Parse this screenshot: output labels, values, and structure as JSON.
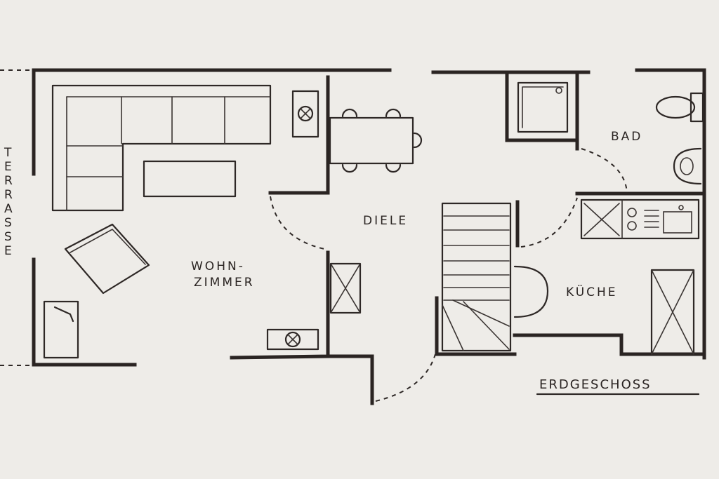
{
  "labels": {
    "terrasse": "TERRASSE",
    "wohnzimmer_line1": "WOHN-",
    "wohnzimmer_line2": "ZIMMER",
    "diele": "DIELE",
    "bad": "BAD",
    "kueche": "KÜCHE",
    "erdgeschoss": "ERDGESCHOSS"
  },
  "colors": {
    "ink": "#2a2422",
    "paper": "#eeece8"
  }
}
